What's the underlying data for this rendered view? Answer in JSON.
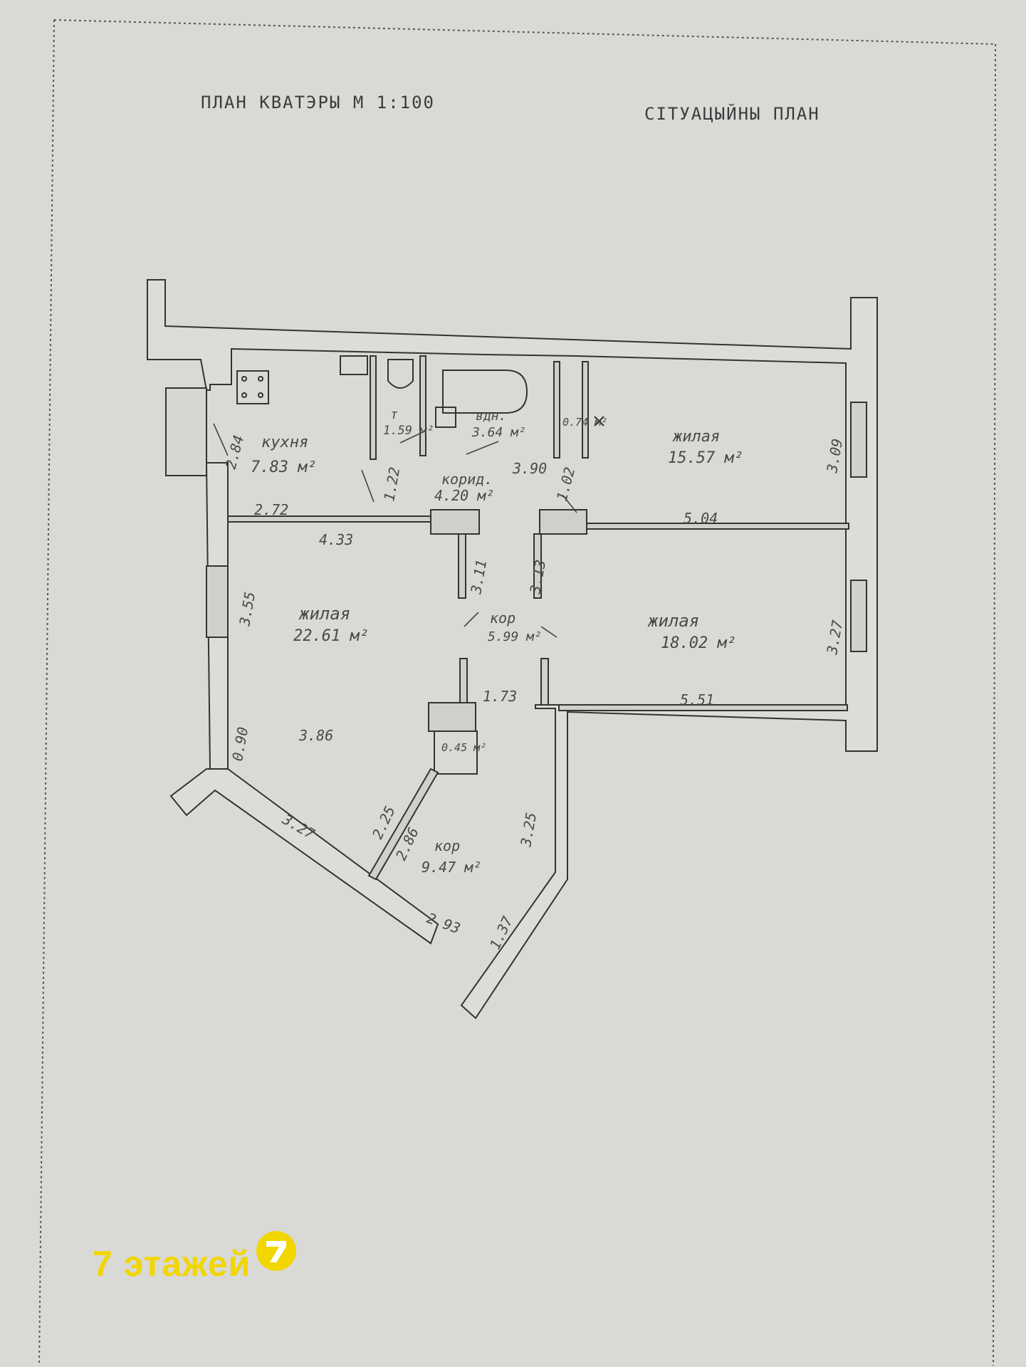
{
  "header": {
    "plan_title": "ПЛАН КВАТЭРЫ М 1:100",
    "situation_title": "СІТУАЦЫЙНЫ ПЛАН"
  },
  "rooms": [
    {
      "key": "kitchen",
      "name": "кухня",
      "area": "7.83 м²"
    },
    {
      "key": "toilet",
      "name": "т",
      "area": "1.59 м²"
    },
    {
      "key": "bath",
      "name": "вдн.",
      "area": "3.64 м²"
    },
    {
      "key": "closet",
      "name": "",
      "area": "0.74 м²"
    },
    {
      "key": "living1",
      "name": "жилая",
      "area": "15.57 м²"
    },
    {
      "key": "corridor1",
      "name": "корид.",
      "area": "4.20 м²"
    },
    {
      "key": "living2",
      "name": "жилая",
      "area": "22.61 м²"
    },
    {
      "key": "corridor2",
      "name": "кор",
      "area": "5.99 м²"
    },
    {
      "key": "living3",
      "name": "жилая",
      "area": "18.02 м²"
    },
    {
      "key": "storage",
      "name": "",
      "area": "0.45 м²"
    },
    {
      "key": "corridor3",
      "name": "кор",
      "area": "9.47 м²"
    }
  ],
  "dimensions": [
    "2.84",
    "2.72",
    "1.22",
    "3.90",
    "1.02",
    "3.09",
    "4.33",
    "5.04",
    "3.11",
    "3.13",
    "3.55",
    "3.27",
    "1.73",
    "5.51",
    "3.86",
    "0.90",
    "3.27",
    "2.25",
    "2.86",
    "3.25",
    "2.93",
    "1.37"
  ],
  "watermark": {
    "text": "7 этажей",
    "logo_digit": "7",
    "color": "#f2d600"
  }
}
